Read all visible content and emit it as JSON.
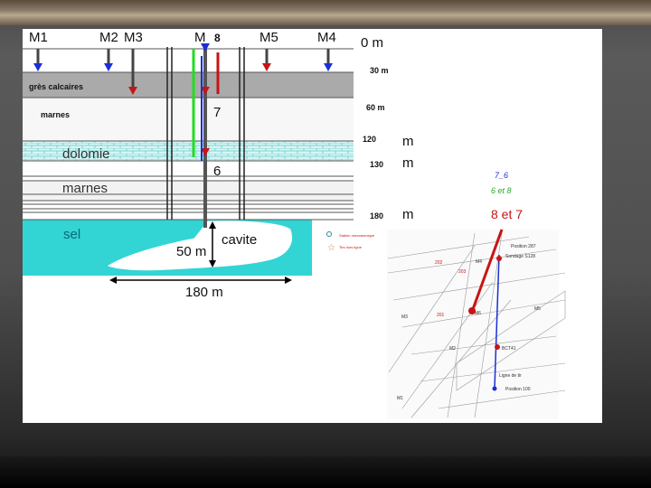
{
  "wells": {
    "m1": "M1",
    "m2": "M2",
    "m3": "M3",
    "m": "M",
    "m8": "8",
    "m5": "M5",
    "m4": "M4"
  },
  "depths": {
    "d0": "0 m",
    "d30": "30 m",
    "d60": "60  m",
    "d120": "120",
    "d120m": "m",
    "d130": "130",
    "d130m": "m",
    "d180": "180",
    "d180m": "m"
  },
  "layers": {
    "gres": "grès calcaires",
    "marnes1": "marnes",
    "dolomie": "dolomie",
    "marnes2": "marnes",
    "sel": "sel"
  },
  "cavity": {
    "label": "cavite",
    "height": "50 m",
    "width": "180 m"
  },
  "markers": {
    "seven": "7",
    "six": "6"
  },
  "legend": {
    "line76": "7_6",
    "line68": "6 et 8",
    "line87": "8 et 7"
  },
  "map": {
    "legend1": "Station microsismique",
    "legend2": "Tirs hors ligne",
    "pos287": "Position 287",
    "sondage": "Sondage S128",
    "s4": "M4",
    "s5": "M5",
    "s3": "M3",
    "s2": "M2",
    "s1": "M1",
    "p202": "202",
    "p203": "203",
    "p201": "201",
    "m6": "M6",
    "bct": "BCT41",
    "ligne": "Ligne de tir",
    "pos100": "Position 100"
  },
  "colors": {
    "blue_arrow": "#1a2fd6",
    "red_arrow": "#c81414",
    "green_line": "#22dd22",
    "cyan_sel": "#33d4d4",
    "grey_layer": "#aaaaaa"
  }
}
